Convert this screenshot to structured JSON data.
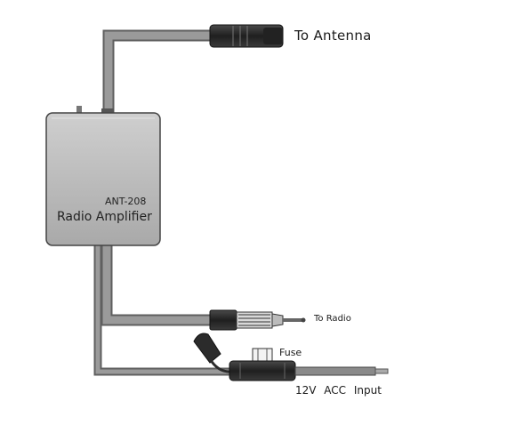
{
  "labels": {
    "to_antenna": "To Antenna",
    "model": "ANT-208",
    "device_name": "Radio Amplifier",
    "to_radio": "To Radio",
    "fuse": "Fuse",
    "power_input": "12V  ACC  Input"
  },
  "colors": {
    "cable": "#8e8e8e",
    "cable_dark": "#5f5f5f",
    "box_fill": "#bdbdbd",
    "box_stroke": "#444444",
    "connector": "#2b2b2b",
    "text": "#1a1a1a"
  }
}
